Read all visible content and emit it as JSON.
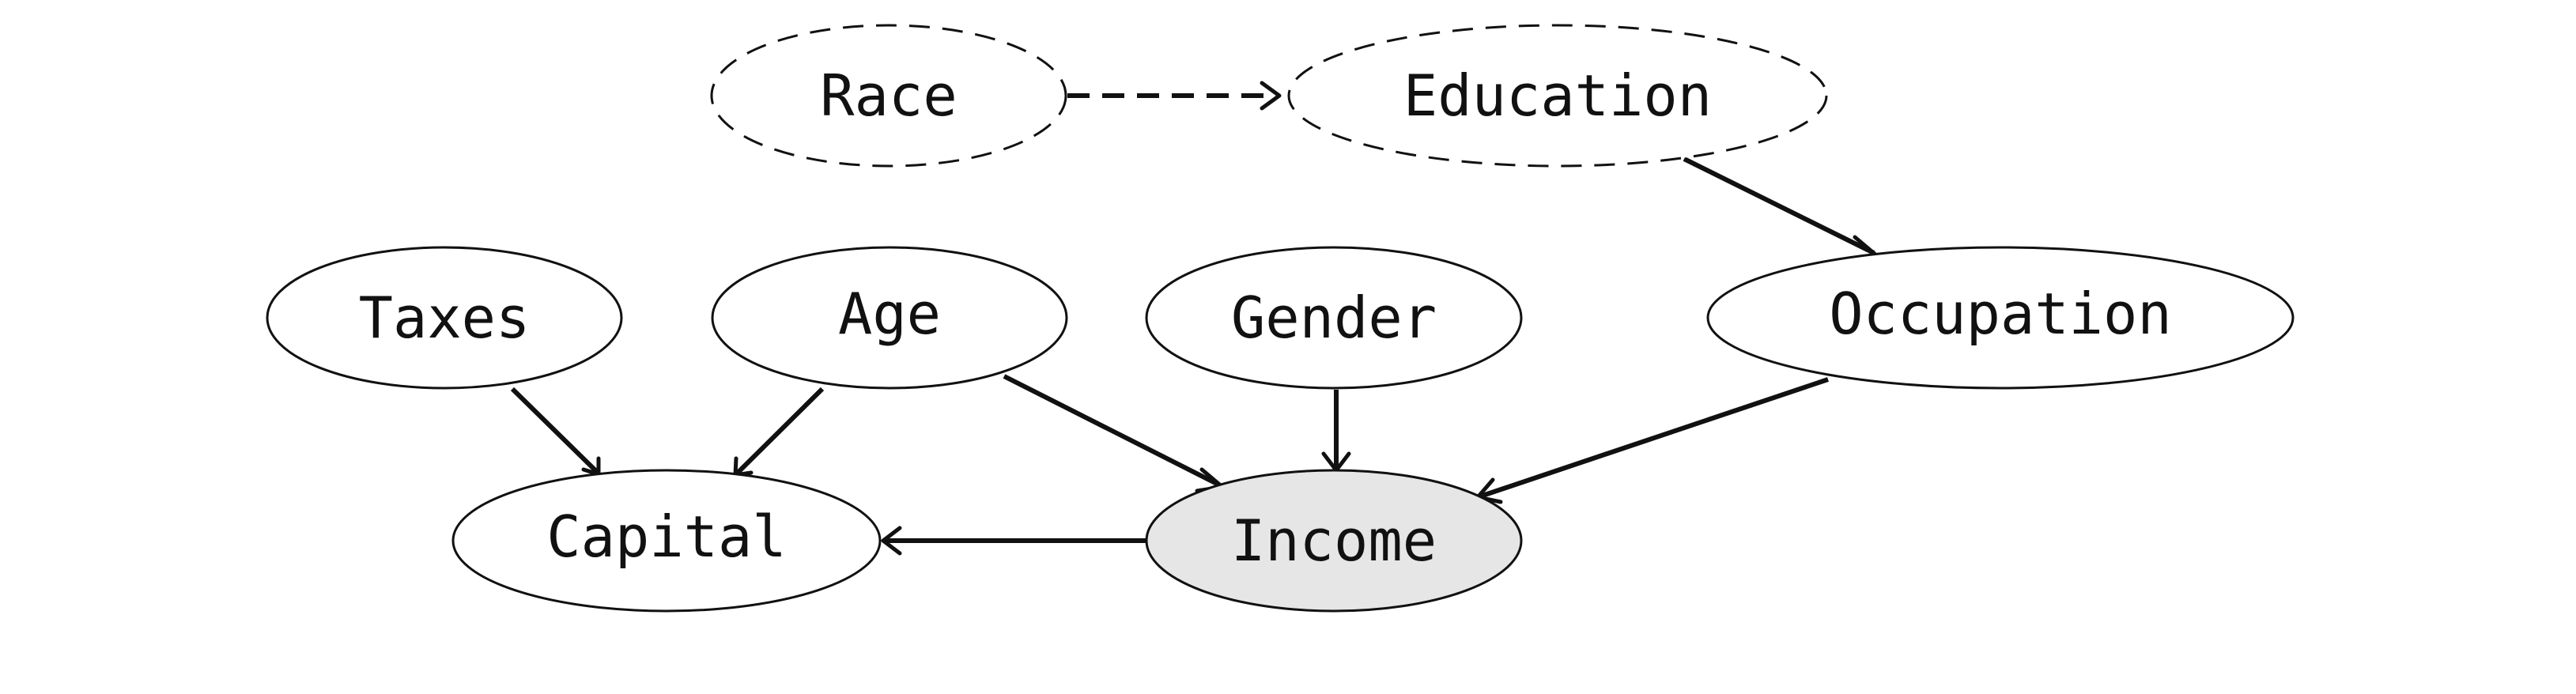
{
  "diagram": {
    "nodes": {
      "race": {
        "label": "Race",
        "style": "dashed"
      },
      "education": {
        "label": "Education",
        "style": "dashed"
      },
      "taxes": {
        "label": "Taxes",
        "style": "solid"
      },
      "age": {
        "label": "Age",
        "style": "solid"
      },
      "gender": {
        "label": "Gender",
        "style": "solid"
      },
      "occupation": {
        "label": "Occupation",
        "style": "solid"
      },
      "capital": {
        "label": "Capital",
        "style": "solid"
      },
      "income": {
        "label": "Income",
        "style": "highlighted"
      }
    },
    "edges": [
      {
        "from": "race",
        "to": "education",
        "style": "dashed"
      },
      {
        "from": "education",
        "to": "occupation",
        "style": "solid"
      },
      {
        "from": "taxes",
        "to": "capital",
        "style": "solid"
      },
      {
        "from": "age",
        "to": "capital",
        "style": "solid"
      },
      {
        "from": "age",
        "to": "income",
        "style": "solid"
      },
      {
        "from": "gender",
        "to": "income",
        "style": "solid"
      },
      {
        "from": "occupation",
        "to": "income",
        "style": "solid"
      },
      {
        "from": "income",
        "to": "capital",
        "style": "solid"
      }
    ],
    "colors": {
      "stroke": "#111111",
      "node_fill": "#ffffff",
      "highlight_fill": "#e6e6e6"
    }
  }
}
